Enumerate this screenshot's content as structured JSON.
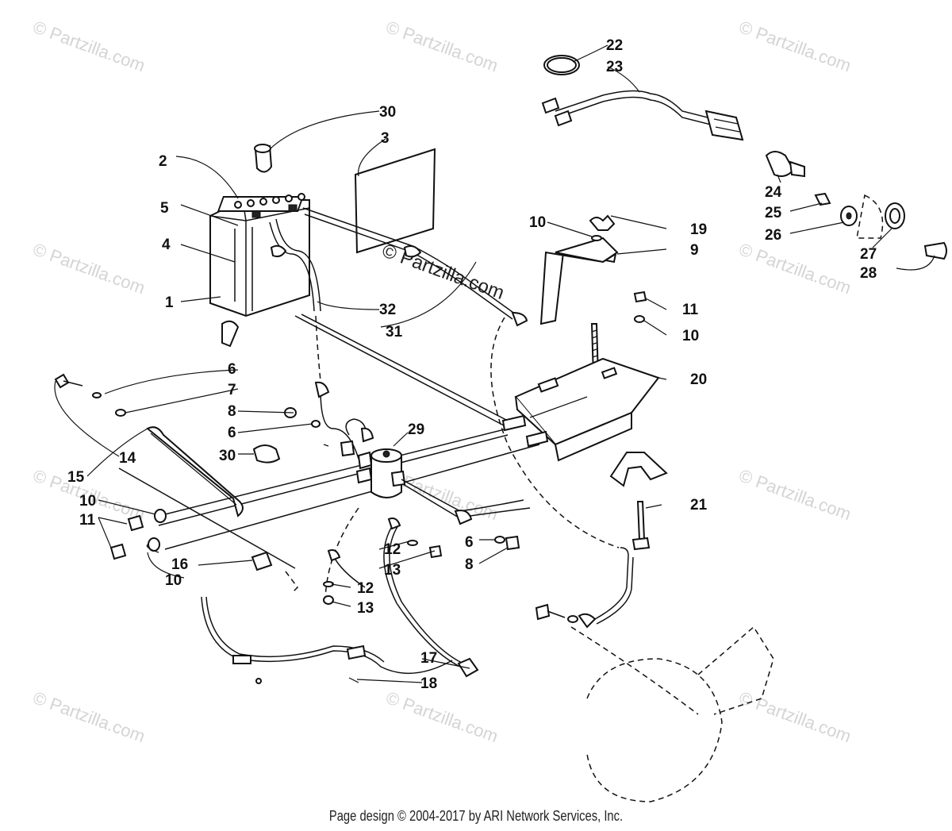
{
  "watermark": {
    "site": "© Partzilla.com",
    "center": "© Partzilla.com"
  },
  "footer": "Page design © 2004-2017 by ARI Network Services, Inc.",
  "callouts": {
    "c1": "1",
    "c2": "2",
    "c3": "3",
    "c4": "4",
    "c5": "5",
    "c6a": "6",
    "c6b": "6",
    "c6c": "6",
    "c7": "7",
    "c8a": "8",
    "c8b": "8",
    "c9": "9",
    "c10a": "10",
    "c10b": "10",
    "c10c": "10",
    "c10d": "10",
    "c11a": "11",
    "c11b": "11",
    "c12a": "12",
    "c12b": "12",
    "c13a": "13",
    "c13b": "13",
    "c14": "14",
    "c15": "15",
    "c16": "16",
    "c17": "17",
    "c18": "18",
    "c19": "19",
    "c20": "20",
    "c21": "21",
    "c22": "22",
    "c23": "23",
    "c24": "24",
    "c25": "25",
    "c26": "26",
    "c27": "27",
    "c28": "28",
    "c29": "29",
    "c30a": "30",
    "c30b": "30",
    "c31": "31",
    "c32": "32"
  }
}
